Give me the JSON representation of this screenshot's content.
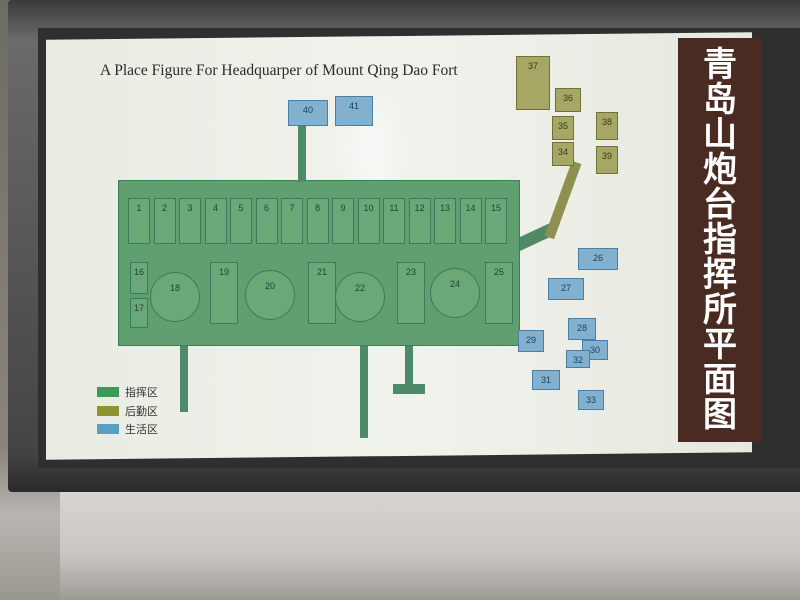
{
  "sign": {
    "title": "A Place Figure  For Headquarper of Mount Qing Dao Fort",
    "banner_chars": [
      "青",
      "岛",
      "山",
      "炮",
      "台",
      "指",
      "挥",
      "所",
      "平",
      "面",
      "图"
    ]
  },
  "rooms": {
    "top_row": [
      "1",
      "2",
      "3",
      "4",
      "5",
      "6",
      "7",
      "8",
      "9",
      "10",
      "11",
      "12",
      "13",
      "14",
      "15"
    ],
    "side_left": [
      "16",
      "17"
    ],
    "bottom_row": [
      "19",
      "21",
      "23",
      "25"
    ],
    "circles": [
      "18",
      "20",
      "22",
      "24"
    ],
    "blue": [
      "26",
      "27",
      "28",
      "29",
      "30",
      "31",
      "32",
      "33"
    ],
    "olive": [
      "34",
      "35",
      "36",
      "37",
      "38",
      "39"
    ],
    "top_block": [
      "40",
      "41"
    ]
  },
  "legend": [
    {
      "label": "指挥区",
      "color": "#3f9a5a"
    },
    {
      "label": "后勤区",
      "color": "#8f9432"
    },
    {
      "label": "生活区",
      "color": "#5a9fc4"
    }
  ]
}
